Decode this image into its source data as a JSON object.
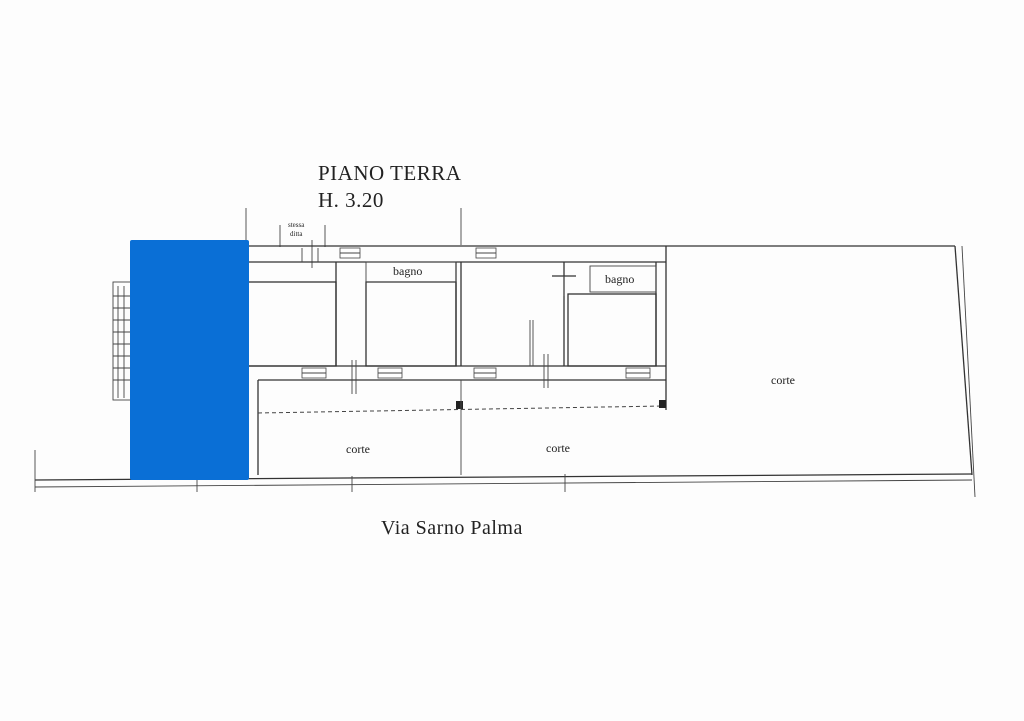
{
  "plan": {
    "floor_title": "PIANO TERRA",
    "height_label": "H. 3.20",
    "stessa_ditta_line1": "stessa",
    "stessa_ditta_line2": "ditta",
    "rooms": {
      "bagno_left": "bagno",
      "bagno_right": "bagno",
      "corte_left": "corte",
      "corte_middle": "corte",
      "corte_right": "corte"
    },
    "street_name": "Via Sarno Palma",
    "redaction_color": "#0a6fd6"
  }
}
